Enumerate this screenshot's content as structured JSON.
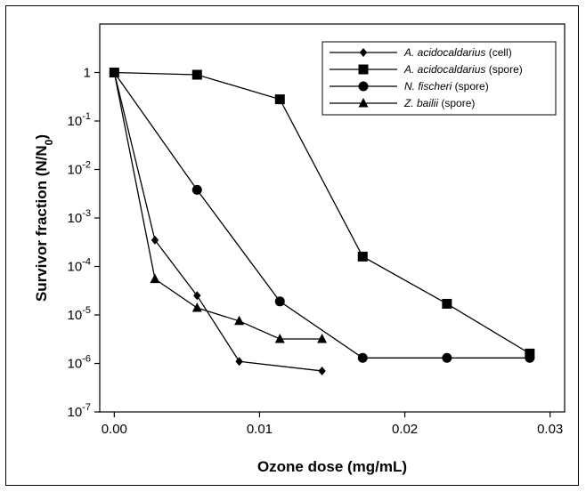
{
  "chart_data": {
    "type": "line",
    "xlabel": "Ozone dose (mg/mL)",
    "ylabel": "Survivor fraction (N/N0)",
    "ylabel_parts": {
      "main": "Survivor fraction (N/N",
      "sub": "0",
      "close": ")"
    },
    "x_scale": "linear",
    "y_scale": "log",
    "xlim": [
      -0.001,
      0.031
    ],
    "ylim": [
      1e-07,
      10
    ],
    "x_ticks": [
      0.0,
      0.01,
      0.02,
      0.03
    ],
    "x_tick_labels": [
      "0.00",
      "0.01",
      "0.02",
      "0.03"
    ],
    "y_ticks": [
      {
        "value": 1e-07,
        "base": "10",
        "exp": "-7"
      },
      {
        "value": 1e-06,
        "base": "10",
        "exp": "-6"
      },
      {
        "value": 1e-05,
        "base": "10",
        "exp": "-5"
      },
      {
        "value": 0.0001,
        "base": "10",
        "exp": "-4"
      },
      {
        "value": 0.001,
        "base": "10",
        "exp": "-3"
      },
      {
        "value": 0.01,
        "base": "10",
        "exp": "-2"
      },
      {
        "value": 0.1,
        "base": "10",
        "exp": "-1"
      },
      {
        "value": 1,
        "base": "1",
        "exp": ""
      }
    ],
    "grid": false,
    "legend_position": "top-right",
    "series": [
      {
        "name": "A. acidocaldarius (cell)",
        "name_italic": "A. acidocaldarius",
        "name_rest": " (cell)",
        "marker": "diamond",
        "x": [
          0.0,
          0.0028,
          0.0057,
          0.0086,
          0.0143
        ],
        "y": [
          1,
          0.00035,
          2.5e-05,
          1.1e-06,
          7e-07
        ]
      },
      {
        "name": "A. acidocaldarius (spore)",
        "name_italic": "A. acidocaldarius",
        "name_rest": " (spore)",
        "marker": "square",
        "x": [
          0.0,
          0.0057,
          0.0114,
          0.0171,
          0.0229,
          0.0286
        ],
        "y": [
          1,
          0.9,
          0.28,
          0.00016,
          1.7e-05,
          1.6e-06
        ]
      },
      {
        "name": "N. fischeri (spore)",
        "name_italic": "N. fischeri",
        "name_rest": " (spore)",
        "marker": "circle",
        "x": [
          0.0,
          0.0057,
          0.0114,
          0.0171,
          0.0229,
          0.0286
        ],
        "y": [
          1,
          0.0038,
          1.9e-05,
          1.3e-06,
          1.3e-06,
          1.3e-06
        ]
      },
      {
        "name": "Z. bailii (spore)",
        "name_italic": "Z. bailii",
        "name_rest": " (spore)",
        "marker": "triangle",
        "x": [
          0.0,
          0.0028,
          0.0057,
          0.0086,
          0.0114,
          0.0143
        ],
        "y": [
          1,
          5.5e-05,
          1.4e-05,
          7.5e-06,
          3.2e-06,
          3.2e-06
        ]
      }
    ]
  }
}
